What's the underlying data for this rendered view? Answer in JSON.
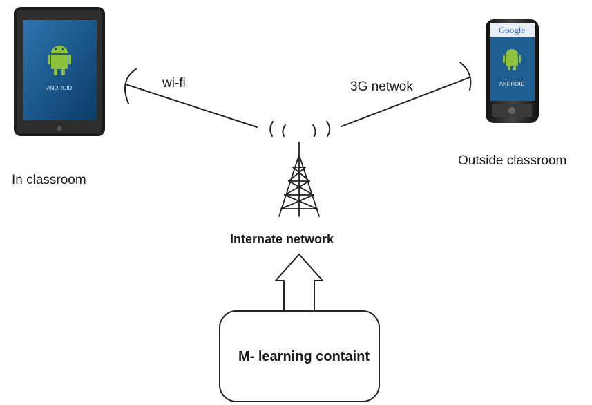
{
  "labels": {
    "wifi": "wi-fi",
    "network_3g": "3G netwok",
    "in_classroom": "In classroom",
    "outside_classroom": "Outside classroom",
    "internet_network": "Internate network",
    "content_box": "M- learning containt"
  },
  "tablet": {
    "screen_text": "ANDROID",
    "device_color": "#1c1c1c",
    "screen_color": "#0f4c7d",
    "android_color": "#8fc23c"
  },
  "phone": {
    "screen_header": "Google",
    "screen_text": "ANDROID",
    "device_color": "#2a2a2a",
    "screen_color": "#1e5e93",
    "android_color": "#8fc23c"
  },
  "colors": {
    "line": "#222222",
    "background": "#ffffff"
  }
}
